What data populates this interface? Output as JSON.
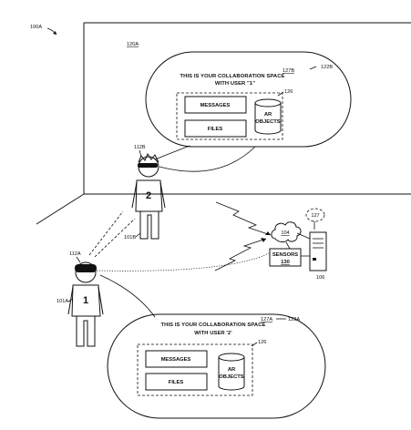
{
  "figure": {
    "system_ref": "100A",
    "room_ref": "120A",
    "balloon_b": {
      "ref": "122B",
      "space_ref": "127B",
      "heading_line1": "THIS IS YOUR COLLABORATION SPACE",
      "heading_line2": "WITH USER \"1\"",
      "group_ref": "126",
      "messages_label": "MESSAGES",
      "files_label": "FILES",
      "ar_line1": "AR",
      "ar_line2": "OBJECTS"
    },
    "balloon_a": {
      "ref": "122A",
      "space_ref": "127A",
      "heading_line1": "THIS IS YOUR COLLABORATION SPACE",
      "heading_line2": "WITH USER '2'",
      "group_ref": "126",
      "messages_label": "MESSAGES",
      "files_label": "FILES",
      "ar_line1": "AR",
      "ar_line2": "OBJECTS"
    },
    "user_b": {
      "number": "2",
      "device_ref": "112B",
      "body_ref": "101B"
    },
    "user_a": {
      "number": "1",
      "device_ref": "112A",
      "body_ref": "101A"
    },
    "cloud": {
      "label": "104",
      "ref": "127"
    },
    "sensors": {
      "line1": "SENSORS",
      "line2": "130"
    },
    "server": {
      "ref": "106"
    }
  }
}
